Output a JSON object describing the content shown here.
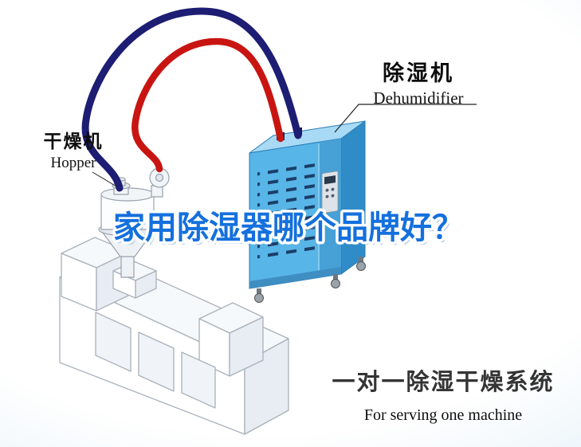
{
  "colors": {
    "headline": "#1470dd",
    "pipe_supply": "#1d1d73",
    "pipe_return": "#c81512",
    "cabinet_front": "#58b5e7",
    "cabinet_side": "#2f8cc7",
    "cabinet_top": "#a8daf5"
  },
  "headline": {
    "text": "家用除湿器哪个品牌好？"
  },
  "labels": {
    "hopper": {
      "zh": "干燥机",
      "en": "Hopper"
    },
    "dehumidifier": {
      "zh": "除湿机",
      "en": "Dehumidifier"
    }
  },
  "footer": {
    "title": "一对一除湿干燥系统",
    "subtitle": "For serving one machine"
  }
}
